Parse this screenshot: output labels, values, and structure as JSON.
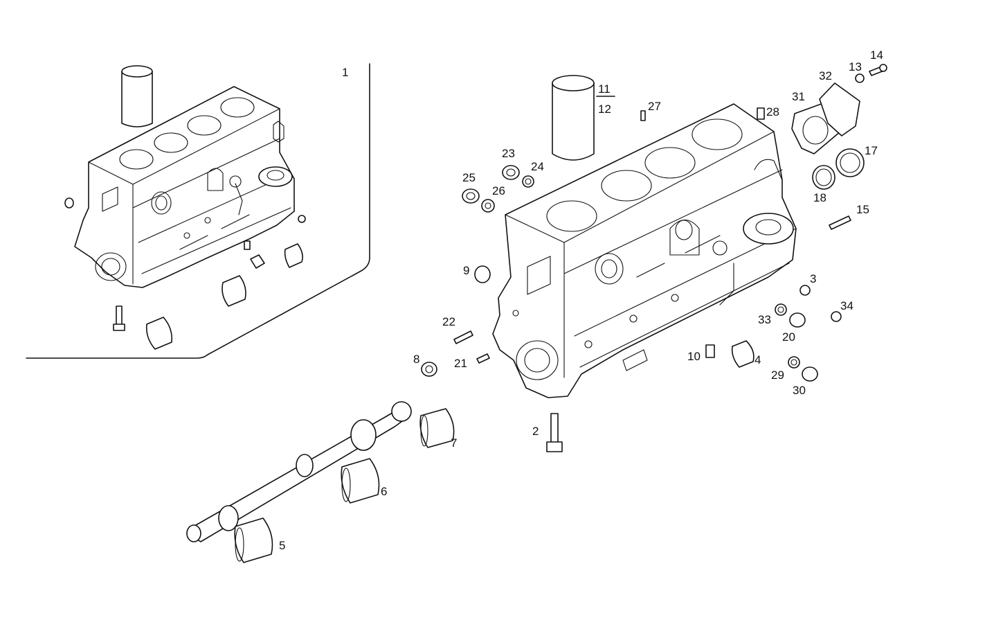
{
  "callouts": [
    {
      "id": "c1",
      "text": "1"
    },
    {
      "id": "c2",
      "text": "2"
    },
    {
      "id": "c3",
      "text": "3"
    },
    {
      "id": "c4",
      "text": "4"
    },
    {
      "id": "c5",
      "text": "5"
    },
    {
      "id": "c6",
      "text": "6"
    },
    {
      "id": "c7",
      "text": "7"
    },
    {
      "id": "c8",
      "text": "8"
    },
    {
      "id": "c9",
      "text": "9"
    },
    {
      "id": "c10",
      "text": "10"
    },
    {
      "id": "c11",
      "text": "11"
    },
    {
      "id": "c12",
      "text": "12"
    },
    {
      "id": "c13",
      "text": "13"
    },
    {
      "id": "c14",
      "text": "14"
    },
    {
      "id": "c15",
      "text": "15"
    },
    {
      "id": "c17",
      "text": "17"
    },
    {
      "id": "c18",
      "text": "18"
    },
    {
      "id": "c20",
      "text": "20"
    },
    {
      "id": "c21",
      "text": "21"
    },
    {
      "id": "c22",
      "text": "22"
    },
    {
      "id": "c23",
      "text": "23"
    },
    {
      "id": "c24",
      "text": "24"
    },
    {
      "id": "c25",
      "text": "25"
    },
    {
      "id": "c26",
      "text": "26"
    },
    {
      "id": "c27",
      "text": "27"
    },
    {
      "id": "c28",
      "text": "28"
    },
    {
      "id": "c29",
      "text": "29"
    },
    {
      "id": "c30",
      "text": "30"
    },
    {
      "id": "c31",
      "text": "31"
    },
    {
      "id": "c32",
      "text": "32"
    },
    {
      "id": "c33",
      "text": "33"
    },
    {
      "id": "c34",
      "text": "34"
    }
  ]
}
